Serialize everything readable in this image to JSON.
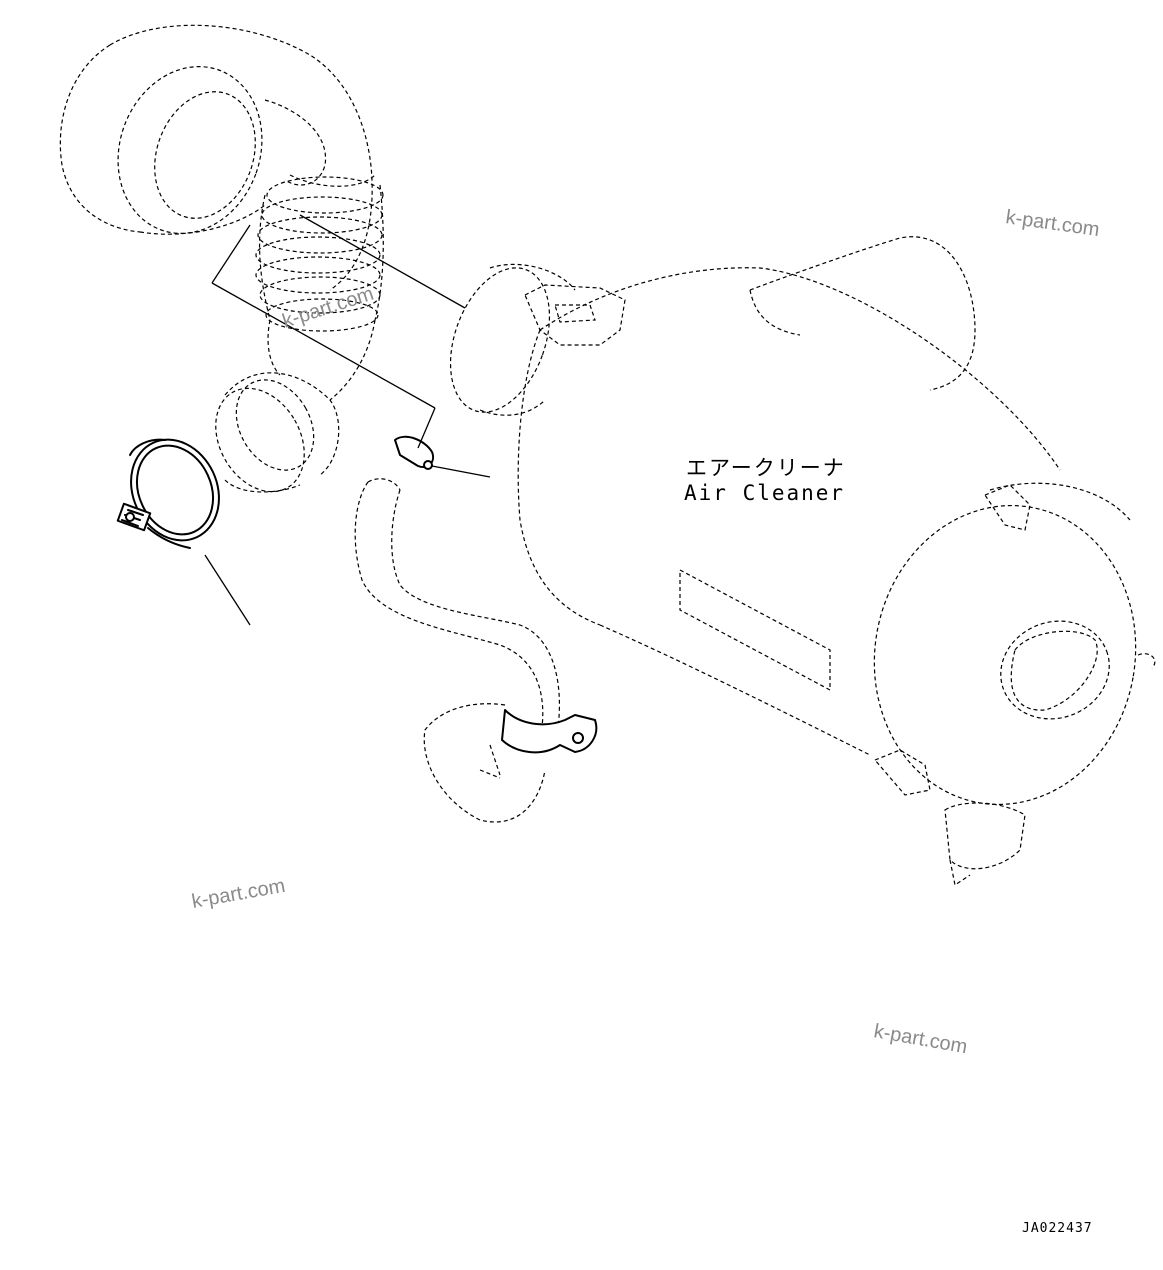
{
  "labels": {
    "air_cleaner_jp": "エアークリーナ",
    "air_cleaner_en": "Air Cleaner"
  },
  "drawing_code": "JA022437",
  "watermarks": [
    "k-part.com",
    "k-part.com",
    "k-part.com",
    "k-part.com"
  ]
}
